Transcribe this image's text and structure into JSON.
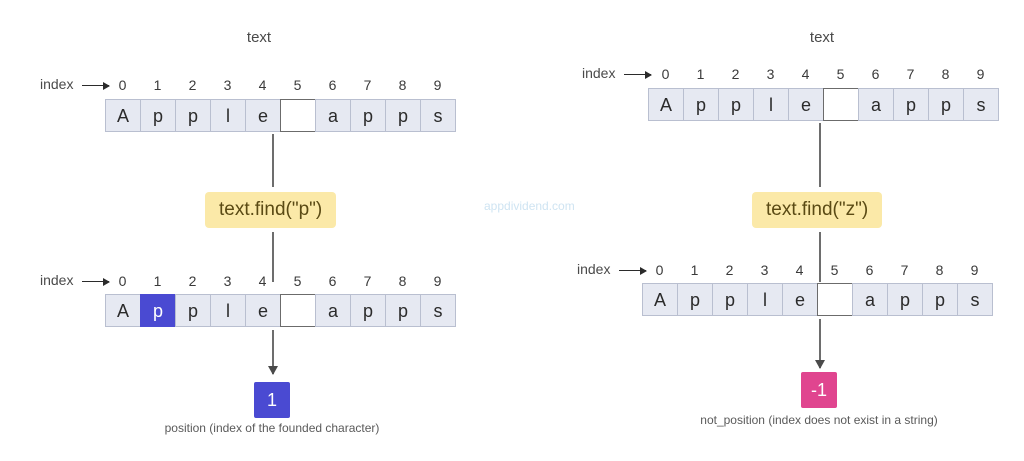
{
  "watermark": "appdividend.com",
  "panels": [
    {
      "id": "left",
      "title": "text",
      "index_label": "index",
      "indices": [
        "0",
        "1",
        "2",
        "3",
        "4",
        "5",
        "6",
        "7",
        "8",
        "9"
      ],
      "top_cells": [
        {
          "char": "A",
          "blank": false,
          "highlight": false
        },
        {
          "char": "p",
          "blank": false,
          "highlight": false
        },
        {
          "char": "p",
          "blank": false,
          "highlight": false
        },
        {
          "char": "l",
          "blank": false,
          "highlight": false
        },
        {
          "char": "e",
          "blank": false,
          "highlight": false
        },
        {
          "char": "",
          "blank": true,
          "highlight": false
        },
        {
          "char": "a",
          "blank": false,
          "highlight": false
        },
        {
          "char": "p",
          "blank": false,
          "highlight": false
        },
        {
          "char": "p",
          "blank": false,
          "highlight": false
        },
        {
          "char": "s",
          "blank": false,
          "highlight": false
        }
      ],
      "operation": "text.find(\"p\")",
      "bottom_index_label": "index",
      "bottom_cells": [
        {
          "char": "A",
          "blank": false,
          "highlight": false
        },
        {
          "char": "p",
          "blank": false,
          "highlight": true
        },
        {
          "char": "p",
          "blank": false,
          "highlight": false
        },
        {
          "char": "l",
          "blank": false,
          "highlight": false
        },
        {
          "char": "e",
          "blank": false,
          "highlight": false
        },
        {
          "char": "",
          "blank": true,
          "highlight": false
        },
        {
          "char": "a",
          "blank": false,
          "highlight": false
        },
        {
          "char": "p",
          "blank": false,
          "highlight": false
        },
        {
          "char": "p",
          "blank": false,
          "highlight": false
        },
        {
          "char": "s",
          "blank": false,
          "highlight": false
        }
      ],
      "result_value": "1",
      "result_color": "#4a4ad2",
      "result_caption": "position (index of the founded character)"
    },
    {
      "id": "right",
      "title": "text",
      "index_label": "index",
      "indices": [
        "0",
        "1",
        "2",
        "3",
        "4",
        "5",
        "6",
        "7",
        "8",
        "9"
      ],
      "top_cells": [
        {
          "char": "A",
          "blank": false,
          "highlight": false
        },
        {
          "char": "p",
          "blank": false,
          "highlight": false
        },
        {
          "char": "p",
          "blank": false,
          "highlight": false
        },
        {
          "char": "l",
          "blank": false,
          "highlight": false
        },
        {
          "char": "e",
          "blank": false,
          "highlight": false
        },
        {
          "char": "",
          "blank": true,
          "highlight": false
        },
        {
          "char": "a",
          "blank": false,
          "highlight": false
        },
        {
          "char": "p",
          "blank": false,
          "highlight": false
        },
        {
          "char": "p",
          "blank": false,
          "highlight": false
        },
        {
          "char": "s",
          "blank": false,
          "highlight": false
        }
      ],
      "operation": "text.find(\"z\")",
      "bottom_index_label": "index",
      "bottom_cells": [
        {
          "char": "A",
          "blank": false,
          "highlight": false
        },
        {
          "char": "p",
          "blank": false,
          "highlight": false
        },
        {
          "char": "p",
          "blank": false,
          "highlight": false
        },
        {
          "char": "l",
          "blank": false,
          "highlight": false
        },
        {
          "char": "e",
          "blank": false,
          "highlight": false
        },
        {
          "char": "",
          "blank": true,
          "highlight": false
        },
        {
          "char": "a",
          "blank": false,
          "highlight": false
        },
        {
          "char": "p",
          "blank": false,
          "highlight": false
        },
        {
          "char": "p",
          "blank": false,
          "highlight": false
        },
        {
          "char": "s",
          "blank": false,
          "highlight": false
        }
      ],
      "result_value": "-1",
      "result_color": "#e0458f",
      "result_caption": "not_position (index does not exist in a string)"
    }
  ]
}
